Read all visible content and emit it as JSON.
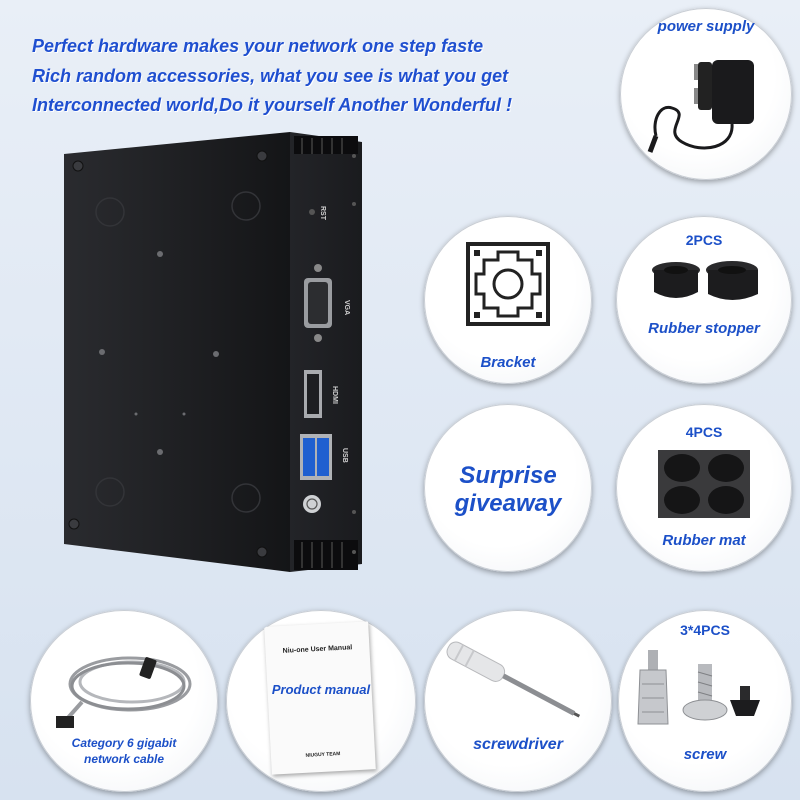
{
  "tagline": {
    "line1": "Perfect hardware makes your network one step faste",
    "line2": "Rich random accessories, what you see is what you get",
    "line3": "Interconnected world,Do it yourself Another Wonderful !"
  },
  "device": {
    "ports": {
      "rst": "RST",
      "vga": "VGA",
      "hdmi": "HDMI",
      "usb": "USB"
    }
  },
  "accessories": {
    "power_supply": {
      "label": "power supply"
    },
    "bracket": {
      "label": "Bracket"
    },
    "rubber_stopper": {
      "count": "2PCS",
      "label": "Rubber stopper"
    },
    "giveaway": {
      "line1": "Surprise",
      "line2": "giveaway"
    },
    "rubber_mat": {
      "count": "4PCS",
      "label": "Rubber mat"
    },
    "network_cable": {
      "line1": "Category 6 gigabit",
      "line2": "network cable"
    },
    "product_manual": {
      "label": "Product manual",
      "cover_title": "Niu-one User Manual",
      "cover_footer": "NIUGUY TEAM"
    },
    "screwdriver": {
      "label": "screwdriver"
    },
    "screw": {
      "count": "3*4PCS",
      "label": "screw"
    }
  },
  "colors": {
    "accent": "#1c50c8",
    "tagline": "#1f4fd0",
    "device": "#1e1f22"
  }
}
